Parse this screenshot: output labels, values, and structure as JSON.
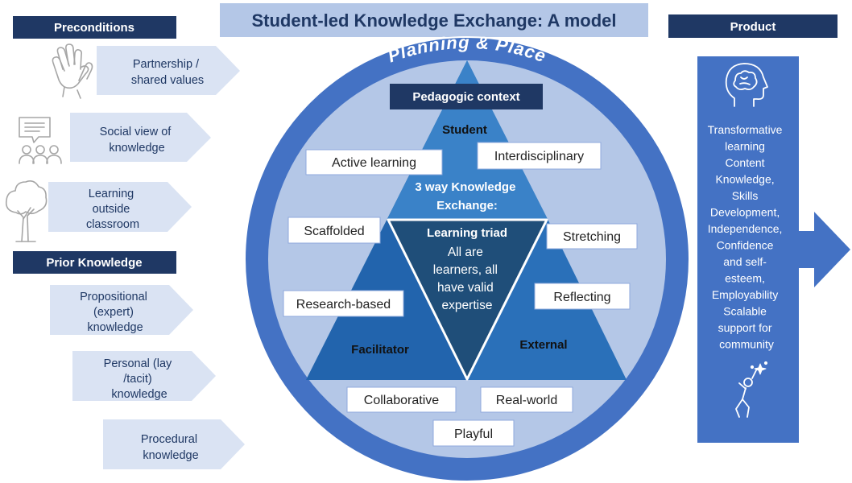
{
  "title": "Student-led Knowledge Exchange: A model",
  "preconditions": {
    "header": "Preconditions",
    "items": [
      {
        "icon": "hands-icon",
        "lines": [
          "Partnership /",
          "shared values"
        ]
      },
      {
        "icon": "discussion-icon",
        "lines": [
          "Social view of",
          "knowledge"
        ]
      },
      {
        "icon": "tree-icon",
        "lines": [
          "Learning",
          "outside",
          "classroom"
        ]
      }
    ]
  },
  "prior_knowledge": {
    "header": "Prior Knowledge",
    "items": [
      {
        "lines": [
          "Propositional",
          "(expert)",
          "knowledge"
        ]
      },
      {
        "lines": [
          "Personal (lay",
          "/tacit)",
          "knowledge"
        ]
      },
      {
        "lines": [
          "Procedural",
          "knowledge"
        ]
      }
    ]
  },
  "model": {
    "ring_label": "Planning & Place",
    "context_label": "Pedagogic context",
    "student": "Student",
    "facilitator": "Facilitator",
    "external": "External",
    "exchange_lines": [
      "3 way Knowledge",
      "Exchange:"
    ],
    "triad_title": "Learning triad",
    "triad_lines": [
      "All are",
      "learners, all",
      "have valid",
      "expertise"
    ],
    "qualities": {
      "active_learning": "Active learning",
      "interdisciplinary": "Interdisciplinary",
      "scaffolded": "Scaffolded",
      "stretching": "Stretching",
      "research_based": "Research-based",
      "reflecting": "Reflecting",
      "collaborative": "Collaborative",
      "real_world": "Real-world",
      "playful": "Playful"
    }
  },
  "product": {
    "header": "Product",
    "icons": [
      "head-brain-icon",
      "jumping-person-icon"
    ],
    "lines": [
      "Transformative",
      "learning",
      "Content",
      "Knowledge,",
      "Skills",
      "Development,",
      "Independence,",
      "Confidence",
      "and self-",
      "esteem,",
      "Employability",
      "Scalable",
      "support for",
      "community"
    ]
  },
  "colors": {
    "navy": "#1f3864",
    "title_background": "#b4c7e7",
    "arrow_fill": "#dae3f3",
    "ring": "#4472c4",
    "circle_fill": "#b4c7e7",
    "triangle": "#2e75b6",
    "triad": "#1f4e79",
    "product_panel": "#4472c4"
  }
}
